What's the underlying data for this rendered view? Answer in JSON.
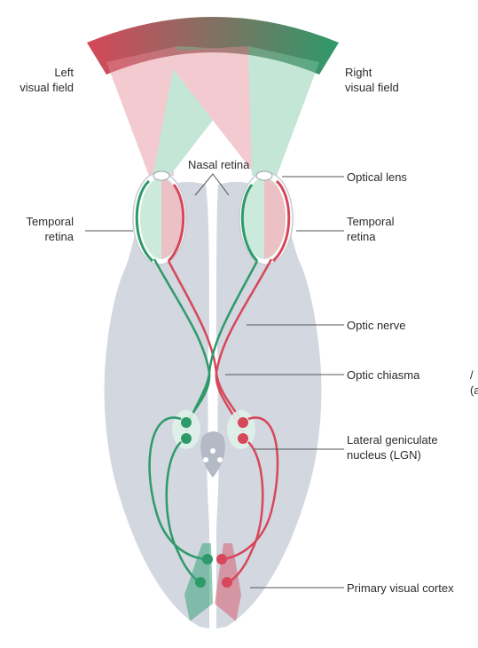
{
  "diagram": {
    "labels": {
      "left_visual_field": [
        "Left",
        "visual field"
      ],
      "right_visual_field": [
        "Right",
        "visual field"
      ],
      "nasal_retina": "Nasal retina",
      "optical_lens": "Optical lens",
      "temporal_retina_left": [
        "Temporal",
        "retina"
      ],
      "temporal_retina_right": [
        "Temporal",
        "retina"
      ],
      "optic_nerve": "Optic nerve",
      "optic_chiasma": "Optic chiasma",
      "lgn": [
        "Lateral geniculate",
        "nucleus (LGN)"
      ],
      "primary_visual_cortex": "Primary visual cortex",
      "cropped_edge_text": [
        "/",
        "(a"
      ]
    },
    "colors": {
      "left_field": "#d6475a",
      "right_field": "#2e9a6a",
      "brain": "#d3d7e0",
      "leader_line": "#555555"
    }
  }
}
